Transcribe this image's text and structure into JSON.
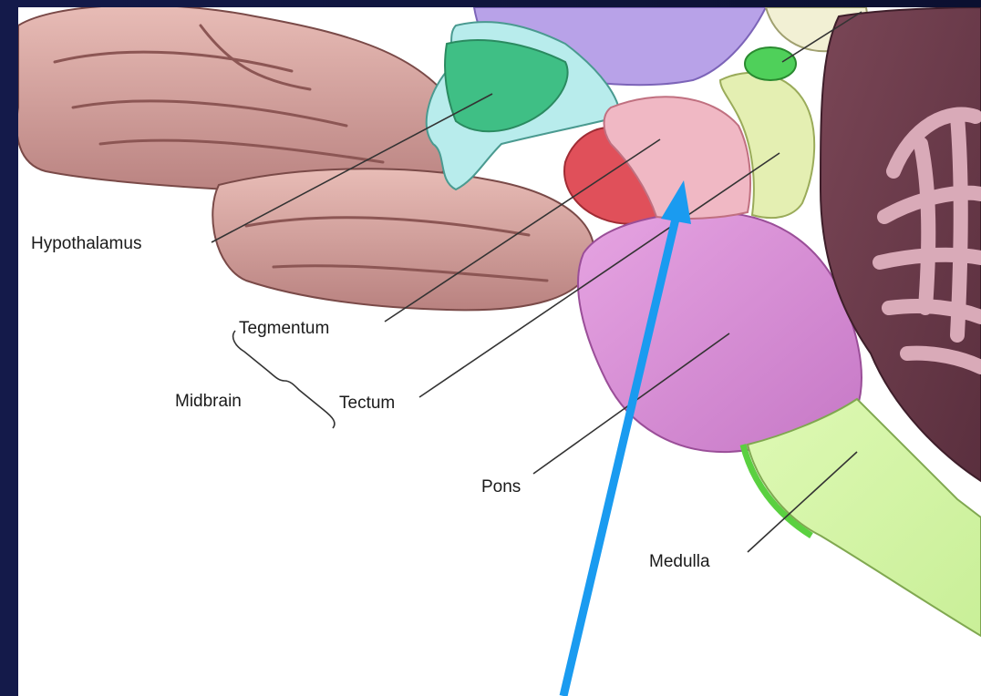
{
  "labels": {
    "hypothalamus": "Hypothalamus",
    "tegmentum": "Tegmentum",
    "midbrain": "Midbrain",
    "tectum": "Tectum",
    "pons": "Pons",
    "medulla": "Medulla"
  },
  "colors": {
    "cortex": "#d9a8a4",
    "hypothalamus": "#3fbf85",
    "hypothalamus_pale": "#b8ecec",
    "tegmentum": "#f0b8c4",
    "tectum": "#e4efb2",
    "pons": "#d98ad6",
    "medulla": "#d6f5a8",
    "cerebellum": "#6e3c4c",
    "cerebellum_folia": "#d9aab8",
    "arrow": "#1a9bf0",
    "background": "#0b1030"
  }
}
